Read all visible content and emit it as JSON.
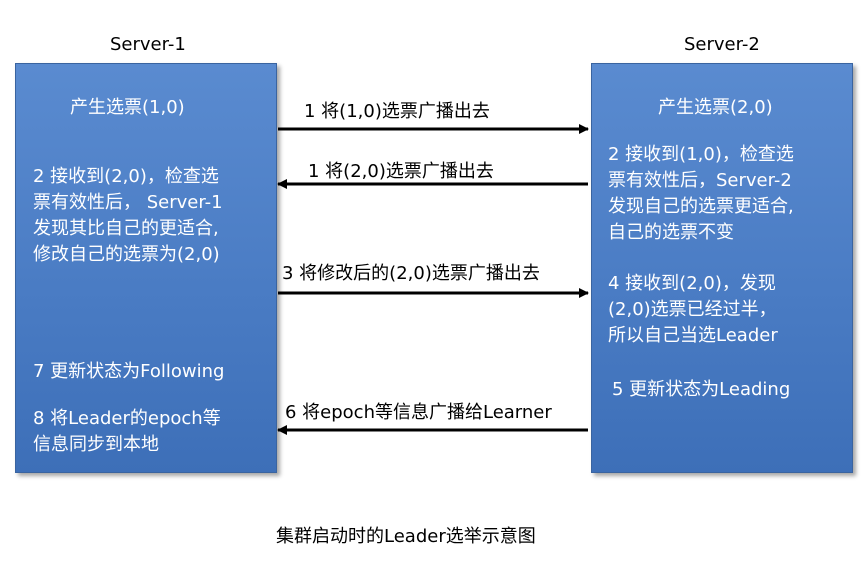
{
  "servers": {
    "s1": {
      "title": "Server-1",
      "lines": {
        "a": "产生选票(1,0)",
        "b1": "2 接收到(2,0)，检查选",
        "b2": "票有效性后， Server-1",
        "b3": "发现其比自己的更适合,",
        "b4": "修改自己的选票为(2,0)",
        "c": "7 更新状态为Following",
        "d1": "8 将Leader的epoch等",
        "d2": "信息同步到本地"
      }
    },
    "s2": {
      "title": "Server-2",
      "lines": {
        "a": "产生选票(2,0)",
        "b1": "2 接收到(1,0)，检查选",
        "b2": "票有效性后，Server-2",
        "b3": "发现自己的选票更适合,",
        "b4": "自己的选票不变",
        "c1": "4 接收到(2,0)，发现",
        "c2": "(2,0)选票已经过半，",
        "c3": "所以自己当选Leader",
        "d": "5 更新状态为Leading"
      }
    }
  },
  "arrows": [
    {
      "label": "1 将(1,0)选票广播出去",
      "direction": "right"
    },
    {
      "label": "1 将(2,0)选票广播出去",
      "direction": "left"
    },
    {
      "label": "3 将修改后的(2,0)选票广播出去",
      "direction": "right"
    },
    {
      "label": "6 将epoch等信息广播给Learner",
      "direction": "left"
    }
  ],
  "caption": "集群启动时的Leader选举示意图"
}
